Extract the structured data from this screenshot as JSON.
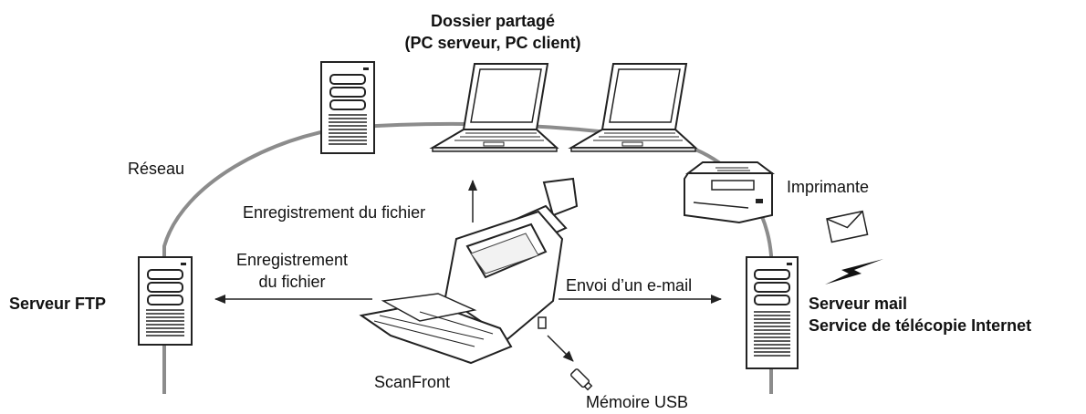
{
  "diagram": {
    "shared_folder_title": "Dossier partagé",
    "shared_folder_subtitle": "(PC serveur, PC client)",
    "network": "Réseau",
    "printer": "Imprimante",
    "save_file_top": "Enregistrement du fichier",
    "save_file_left_line1": "Enregistrement",
    "save_file_left_line2": "du fichier",
    "ftp_server": "Serveur FTP",
    "send_email": "Envoi d’un e-mail",
    "mail_server_line1": "Serveur mail",
    "mail_server_line2": "Service de télécopie Internet",
    "scanner": "ScanFront",
    "usb_memory": "Mémoire USB"
  }
}
